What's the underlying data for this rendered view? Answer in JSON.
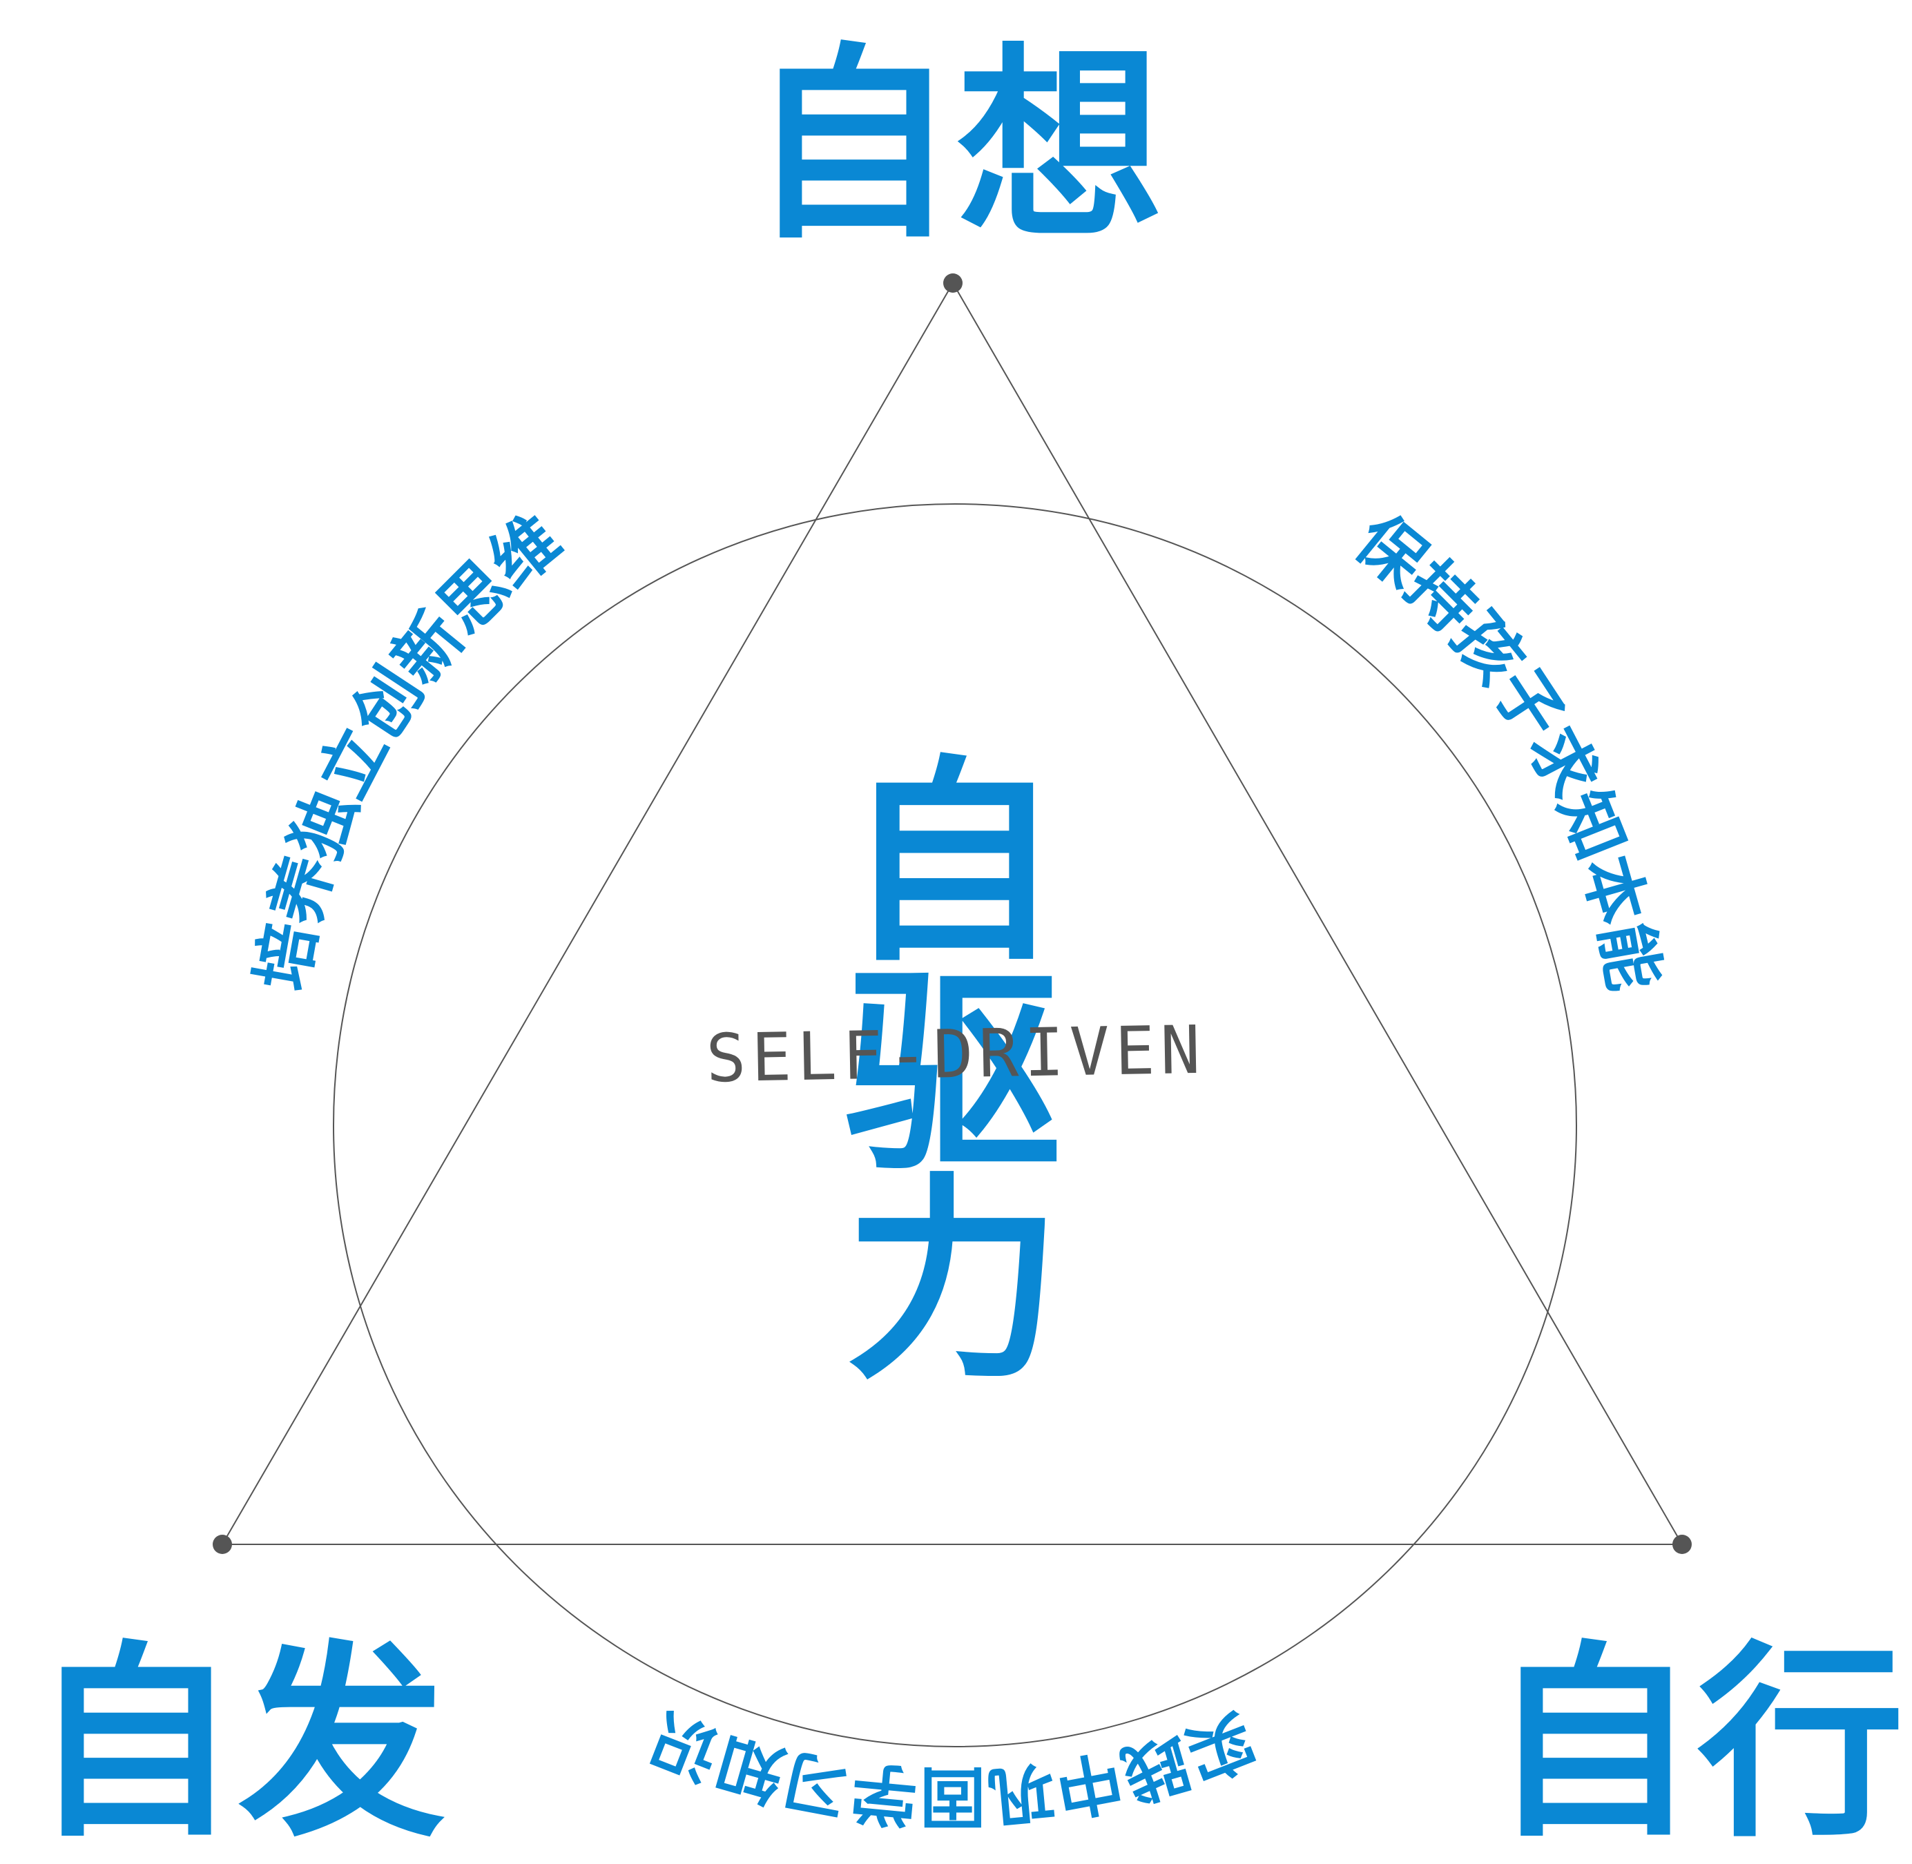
{
  "colors": {
    "accent": "#0a88d4",
    "line": "#555555",
    "subtitle": "#555555"
  },
  "center": {
    "title": "自驱力",
    "title_chars": [
      "自",
      "驱",
      "力"
    ],
    "subtitle": "SELF-DRIVEN"
  },
  "vertices": {
    "top": "自想",
    "bottom_left": "自发",
    "bottom_right": "自行"
  },
  "arcs": {
    "left": "培养独立创新思维",
    "right": "保持孩子求知本能",
    "bottom": "实践中巩固学习知识"
  }
}
